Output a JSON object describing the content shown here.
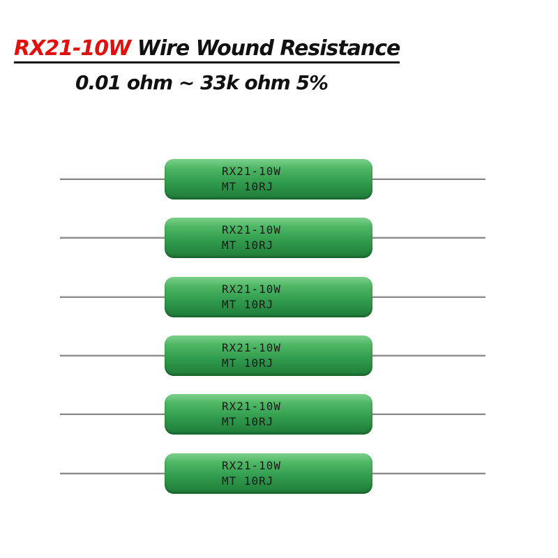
{
  "title": {
    "model": "RX21-10W",
    "rest": " Wire Wound Resistance",
    "subtitle": "0.01 ohm ~ 33k ohm 5%"
  },
  "resistor_marking": {
    "line1": "RX21-10W",
    "line2": "MT 10RJ"
  },
  "resistor_count": 6,
  "colors": {
    "model_text": "#e01010",
    "resistor_body": "#3aa656",
    "background": "#ffffff"
  }
}
